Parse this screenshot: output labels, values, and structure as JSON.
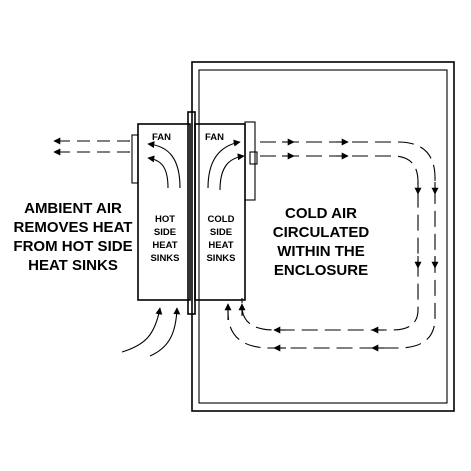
{
  "diagram": {
    "labels": {
      "fan_left": "FAN",
      "fan_right": "FAN",
      "hot_side": [
        "HOT",
        "SIDE",
        "HEAT",
        "SINKS"
      ],
      "cold_side": [
        "COLD",
        "SIDE",
        "HEAT",
        "SINKS"
      ],
      "ambient": [
        "AMBIENT AIR",
        "REMOVES HEAT",
        "FROM HOT SIDE",
        "HEAT SINKS"
      ],
      "cold_air": [
        "COLD AIR",
        "CIRCULATED",
        "WITHIN THE",
        "ENCLOSURE"
      ]
    },
    "colors": {
      "stroke": "#000000",
      "background": "#ffffff"
    }
  }
}
